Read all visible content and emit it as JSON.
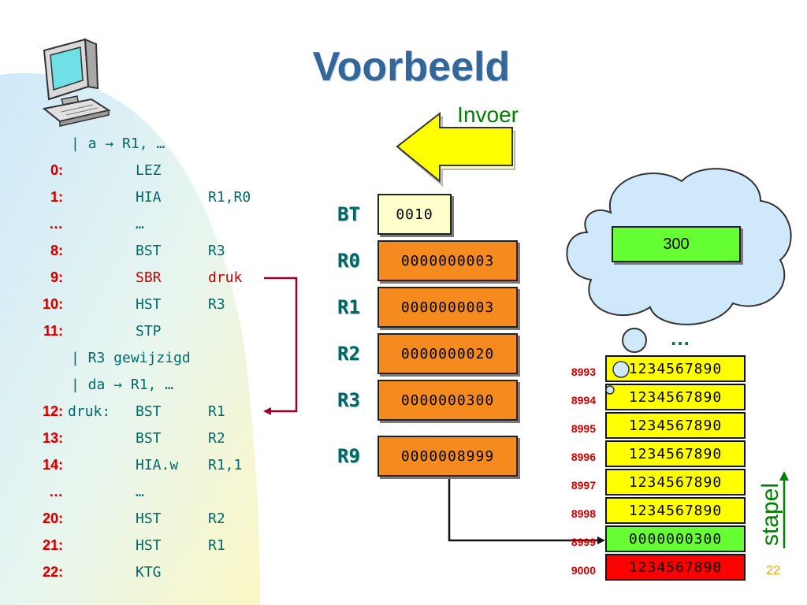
{
  "title": "Voorbeeld",
  "input_label": "Invoer",
  "stack_label": "stapel",
  "cloud": {
    "value": "300",
    "ellipsis": "…"
  },
  "page_number": "22",
  "code_lines": [
    {
      "num": "",
      "label": "",
      "text": "| a → R1, …"
    },
    {
      "num": "0:",
      "label": "",
      "op": "LEZ",
      "arg": ""
    },
    {
      "num": "1:",
      "label": "",
      "op": "HIA",
      "arg": "R1,R0"
    },
    {
      "num": "…",
      "label": "",
      "op": "…",
      "arg": ""
    },
    {
      "num": "8:",
      "label": "",
      "op": "BST",
      "arg": "R3"
    },
    {
      "num": "9:",
      "label": "",
      "op": "SBR",
      "arg": "druk"
    },
    {
      "num": "10:",
      "label": "",
      "op": "HST",
      "arg": "R3"
    },
    {
      "num": "11:",
      "label": "",
      "op": "STP",
      "arg": ""
    },
    {
      "num": "",
      "label": "",
      "text": "| R3 gewijzigd"
    },
    {
      "num": "",
      "label": "",
      "text": "| da → R1, …"
    },
    {
      "num": "12:",
      "label": "druk:",
      "op": "BST",
      "arg": "R1"
    },
    {
      "num": "13:",
      "label": "",
      "op": "BST",
      "arg": "R2"
    },
    {
      "num": "14:",
      "label": "",
      "op": "HIA.w",
      "arg": "R1,1"
    },
    {
      "num": "…",
      "label": "",
      "op": "…",
      "arg": ""
    },
    {
      "num": "20:",
      "label": "",
      "op": "HST",
      "arg": "R2"
    },
    {
      "num": "21:",
      "label": "",
      "op": "HST",
      "arg": "R1"
    },
    {
      "num": "22:",
      "label": "",
      "op": "KTG",
      "arg": ""
    }
  ],
  "registers": [
    {
      "name": "BT",
      "value": "0010"
    },
    {
      "name": "R0",
      "value": "0000000003"
    },
    {
      "name": "R1",
      "value": "0000000003"
    },
    {
      "name": "R2",
      "value": "0000000020"
    },
    {
      "name": "R3",
      "value": "0000000300"
    },
    {
      "name": "R9",
      "value": "0000008999"
    }
  ],
  "memory": [
    {
      "addr": "8993",
      "value": "1234567890",
      "color": "#ffff00"
    },
    {
      "addr": "8994",
      "value": "1234567890",
      "color": "#ffff00"
    },
    {
      "addr": "8995",
      "value": "1234567890",
      "color": "#ffff00"
    },
    {
      "addr": "8996",
      "value": "1234567890",
      "color": "#ffff00"
    },
    {
      "addr": "8997",
      "value": "1234567890",
      "color": "#ffff00"
    },
    {
      "addr": "8998",
      "value": "1234567890",
      "color": "#ffff00"
    },
    {
      "addr": "8999",
      "value": "0000000300",
      "color": "#66ff33"
    },
    {
      "addr": "9000",
      "value": "1234567890",
      "color": "#ff0000"
    }
  ],
  "memory_ellipsis": "…",
  "colors": {
    "title": "#336699",
    "code": "#006a6a",
    "line_numbers": "#cc0000",
    "register": "#f58a1f",
    "arrow_yellow": "#ffff00",
    "call_arrow": "#99002b"
  }
}
